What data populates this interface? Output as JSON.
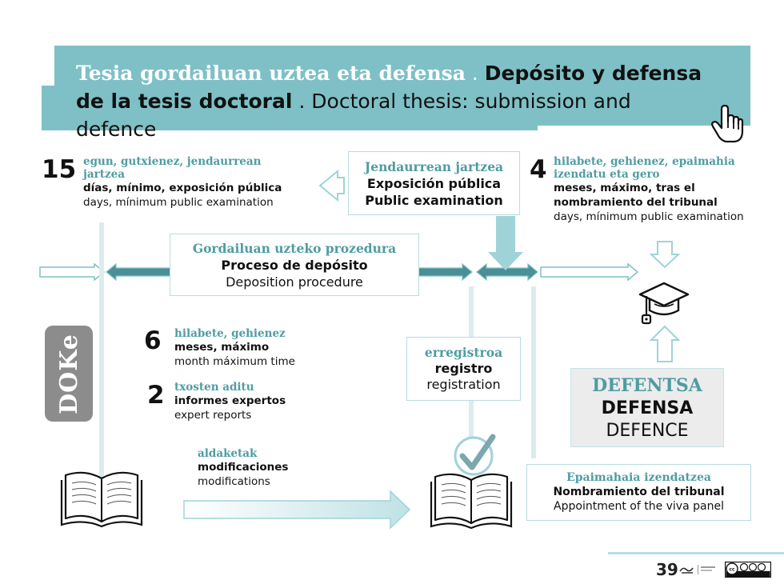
{
  "title": {
    "eu": "Tesia gordailuan uztea eta defensa",
    "sep1": " . ",
    "es_line1": "Depósito y defensa",
    "es_line2": "de la tesis doctoral",
    "sep2": " . ",
    "en": "Doctoral thesis: submission and defence"
  },
  "public_exam_days": {
    "number": "15",
    "eu": "egun, gutxienez, jendaurrean jartzea",
    "es": "días, mínimo, exposición pública",
    "en": "days, mínimum public examination"
  },
  "public_exam_box": {
    "eu": "Jendaurrean jartzea",
    "es": "Exposición pública",
    "en": "Public examination"
  },
  "tribunal_months": {
    "number": "4",
    "eu": "hilabete, gehienez, epaimahia izendatu eta gero",
    "es": "meses, máximo, tras el nombramiento del tribunal",
    "en": "days, mínimum public examination"
  },
  "deposit_box": {
    "eu": "Gordailuan uzteko prozedura",
    "es": "Proceso de depósito",
    "en": "Deposition procedure"
  },
  "doke": "DOKe",
  "max_months": {
    "number": "6",
    "eu": "hilabete, gehienez",
    "es": "meses, máximo",
    "en": "month máximum time"
  },
  "expert_reports": {
    "number": "2",
    "eu": "txosten aditu",
    "es": "informes expertos",
    "en": "expert reports"
  },
  "registration_box": {
    "eu": "erregistroa",
    "es": "registro",
    "en": "registration"
  },
  "defence_box": {
    "eu": "DEFENTSA",
    "es": "DEFENSA",
    "en": "DEFENCE"
  },
  "modifications": {
    "eu": "aldaketak",
    "es": "modificaciones",
    "en": "modifications"
  },
  "panel_box": {
    "eu": "Epaimahaia izendatzea",
    "es": "Nombramiento del tribunal",
    "en": "Appointment of the viva panel"
  },
  "page_number": "39",
  "icons": [
    "hand-pointer-icon",
    "graduation-cap-icon",
    "open-book-icon",
    "checkmark-icon",
    "cc-license-icon",
    "university-logo-icon"
  ],
  "colors": {
    "teal": "#4f9ca2",
    "light_teal": "#7ec0c6",
    "pale_teal": "#b8dde0",
    "dark_teal": "#4a8f95"
  }
}
